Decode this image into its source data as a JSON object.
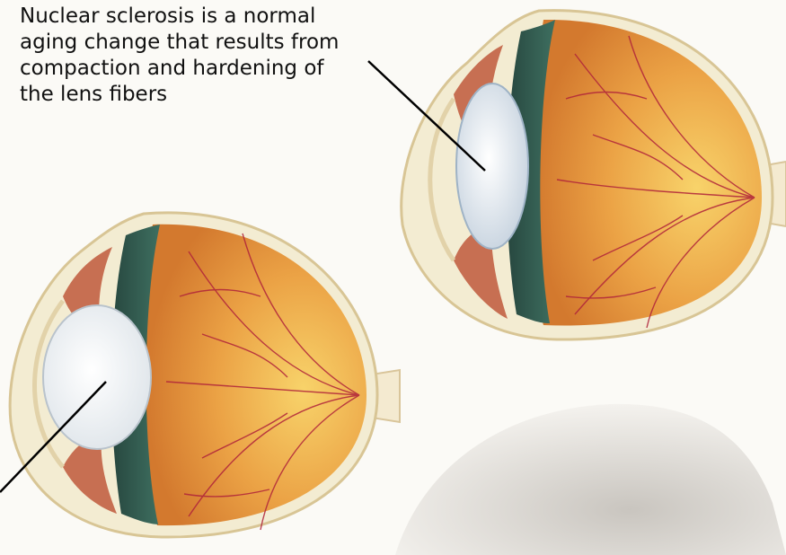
{
  "caption": {
    "lines": [
      "Nuclear sclerosis is a normal",
      "aging change that results from",
      "compaction and hardening of",
      "the lens fibers"
    ]
  },
  "illustration": {
    "subject": "eye-cross-sections",
    "colors": {
      "background": "#fbfaf6",
      "sclera": "#f3ecd2",
      "vitreous": "#e9a444",
      "choroid-green": "#2f5e52",
      "vessels": "#b0233a",
      "lens": "#e9eef4",
      "fur": "#d8d4cf"
    }
  }
}
